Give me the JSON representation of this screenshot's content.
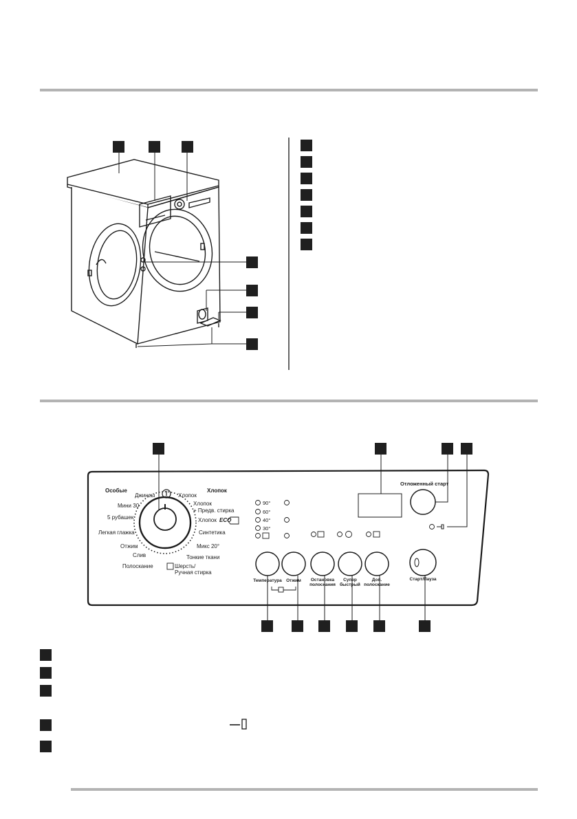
{
  "panel": {
    "dial_left_labels": [
      "Особые",
      "Джинсы",
      "Мини 30",
      "5 рубашек",
      "Легкая глажка",
      "Отжим",
      "Слив",
      "Полоскание"
    ],
    "dial_right_labels": [
      "Хлопок",
      "Хлопок",
      "+ Предв. стирка",
      "Хлопок",
      "ECO",
      "Синтетика",
      "Микс 20°",
      "Тонкие ткани",
      "Шерсть/",
      "Ручная стирка"
    ],
    "temperatures": [
      "90°",
      "60°",
      "40°",
      "30°"
    ],
    "delay_label": "Отложенный старт",
    "buttons": [
      {
        "line1": "Температура",
        "line2": ""
      },
      {
        "line1": "Отжим",
        "line2": ""
      },
      {
        "line1": "Остановка",
        "line2": "полоскания"
      },
      {
        "line1": "Супер",
        "line2": "быстрый"
      },
      {
        "line1": "Доп.",
        "line2": "полоскание"
      }
    ],
    "start_label": "Старт/Пауза"
  }
}
